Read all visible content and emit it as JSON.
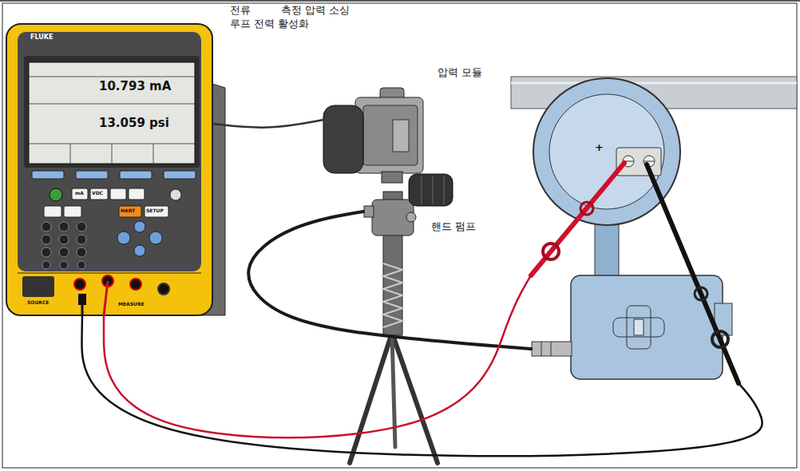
{
  "diagram": {
    "nodes": [
      {
        "text": [
          "FLUKE"
        ]
      },
      {
        "text": [
          "10.793 mA",
          "13.059 psi"
        ],
        "in": 0
      },
      {
        "text": [
          "압력 모듈"
        ]
      },
      {
        "text": [
          "핸드 펌프"
        ]
      },
      {
        "text": [
          "+"
        ]
      }
    ],
    "edges": [
      {
        "from": 0,
        "to": 2,
        "arrow": "none"
      },
      {
        "from": 3,
        "to": 4,
        "arrow": "none"
      },
      {
        "from": 0,
        "to": 4,
        "arrow": "none"
      },
      {
        "from": 0,
        "to": 4,
        "arrow": "none"
      }
    ],
    "labels": [
      "전류",
      "측정 압력 소싱",
      "루프 전력 활성화",
      "mA",
      "VDC",
      "HART",
      "SETUP",
      "SOURCE",
      "MEASURE"
    ]
  }
}
